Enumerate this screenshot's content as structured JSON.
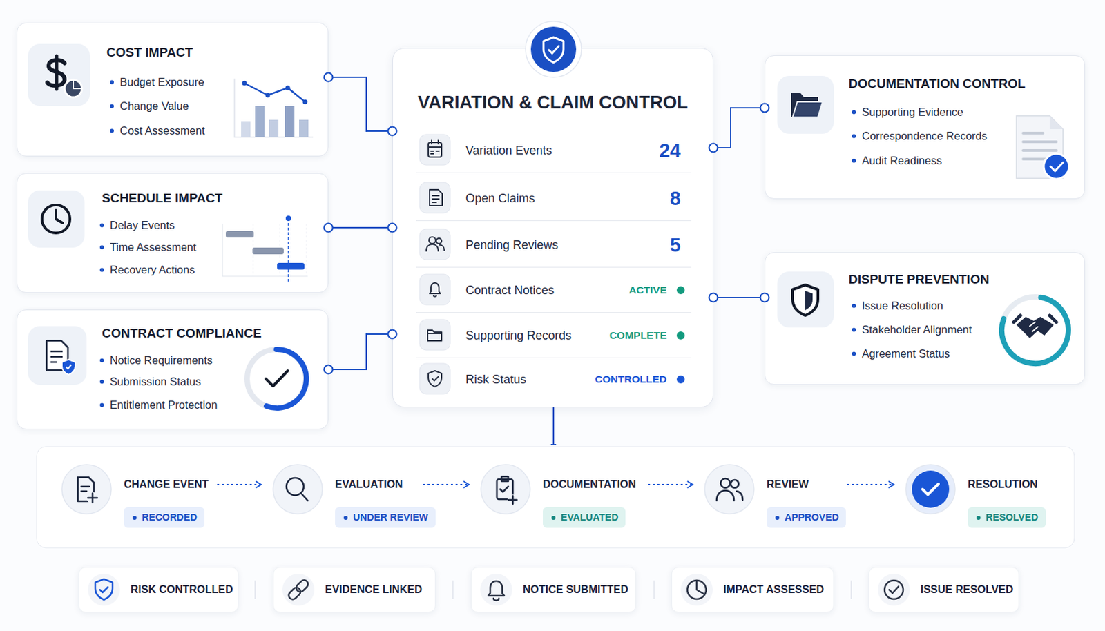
{
  "diagram": {
    "nodes": [
      {
        "text": [
          "COST IMPACT",
          "Budget Exposure",
          "Change Value",
          "Cost Assessment"
        ]
      },
      {
        "text": [
          "VARIATION & CLAIM CONTROL"
        ]
      },
      {
        "text": [
          "Variation Events",
          "24"
        ],
        "in": 1
      },
      {
        "text": [
          "Open Claims",
          "8"
        ],
        "in": 1
      },
      {
        "text": [
          "Pending Reviews",
          "5"
        ],
        "in": 1
      },
      {
        "text": [
          "Contract Notices",
          "ACTIVE"
        ],
        "in": 1
      },
      {
        "text": [
          "Supporting Records",
          "COMPLETE"
        ],
        "in": 1
      },
      {
        "text": [
          "Risk Status",
          "CONTROLLED"
        ],
        "in": 1
      },
      {
        "text": [
          "DOCUMENTATION CONTROL",
          "Supporting Evidence",
          "Correspondence Records",
          "Audit Readiness"
        ]
      },
      {
        "text": [
          "SCHEDULE IMPACT",
          "Delay Events",
          "Time Assessment",
          "Recovery Actions"
        ]
      },
      {
        "text": [
          "DISPUTE PREVENTION",
          "Issue Resolution",
          "Stakeholder Alignment",
          "Agreement Status"
        ]
      },
      {
        "text": [
          "CONTRACT COMPLIANCE",
          "Notice Requirements",
          "Submission Status",
          "Entitlement Protection"
        ]
      },
      {
        "text": [
          "CHANGE EVENT",
          "RECORDED"
        ]
      },
      {
        "text": [
          "EVALUATION",
          "UNDER REVIEW"
        ]
      },
      {
        "text": [
          "DOCUMENTATION",
          "EVALUATED"
        ]
      },
      {
        "text": [
          "REVIEW",
          "APPROVED"
        ]
      },
      {
        "text": [
          "RESOLUTION",
          "RESOLVED"
        ]
      },
      {
        "text": [
          "RISK CONTROLLED"
        ]
      },
      {
        "text": [
          "EVIDENCE LINKED"
        ]
      },
      {
        "text": [
          "NOTICE SUBMITTED"
        ]
      },
      {
        "text": [
          "IMPACT ASSESSED"
        ]
      },
      {
        "text": [
          "ISSUE RESOLVED"
        ]
      }
    ],
    "edges": [
      {
        "from": 0,
        "to": 1,
        "arrow": "none"
      },
      {
        "from": 9,
        "to": 1,
        "arrow": "none"
      },
      {
        "from": 11,
        "to": 1,
        "arrow": "none"
      },
      {
        "from": 1,
        "to": 8,
        "arrow": "none"
      },
      {
        "from": 1,
        "to": 10,
        "arrow": "none"
      },
      {
        "from": 12,
        "to": 13,
        "arrow": "to"
      },
      {
        "from": 13,
        "to": 14,
        "arrow": "to"
      },
      {
        "from": 14,
        "to": 15,
        "arrow": "to"
      },
      {
        "from": 15,
        "to": 16,
        "arrow": "to"
      }
    ]
  }
}
